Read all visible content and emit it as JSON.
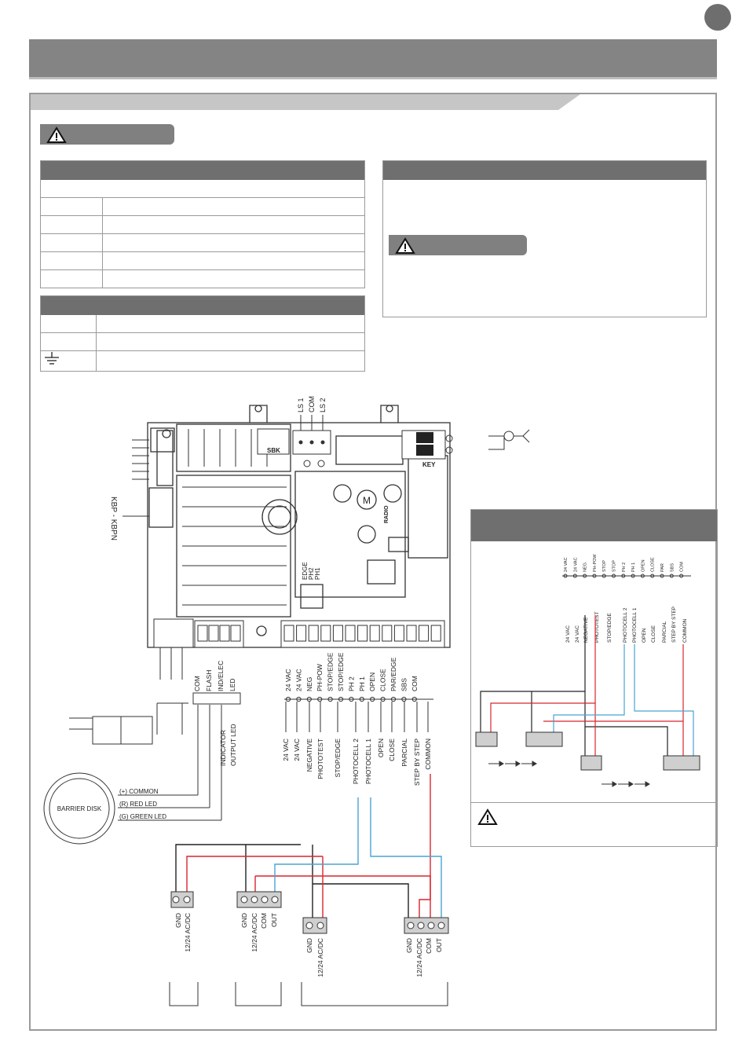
{
  "header": {
    "title": "",
    "page_number": ""
  },
  "colors": {
    "wire_red": "#d8262e",
    "wire_blue": "#4aa3d4",
    "wire_black": "#222222",
    "header_gray": "#6f6f6f"
  },
  "icons": {
    "warning": "warning-triangle-icon",
    "ground": "ground-icon"
  },
  "board": {
    "left_connector_label": "KBP - KBPN",
    "limit_switch_labels": [
      "LS 1",
      "COM",
      "LS 2"
    ],
    "sbk_label": "SBK",
    "key_label": "KEY",
    "radio_label": "RADIO",
    "motor_label": "M",
    "dip_labels": [
      "EDGE",
      "PH2",
      "PH1"
    ]
  },
  "output_terminals": {
    "labels": [
      "COM",
      "FLASH",
      "IND/ELEC",
      "LED"
    ],
    "descriptions": [
      "INDICATOR",
      "OUTPUT LED"
    ]
  },
  "barrier_disk": {
    "label": "BARRIER DISK",
    "wires": [
      "(+) COMMON",
      "(R) RED LED",
      "(G) GREEN LED"
    ]
  },
  "input_terminals": {
    "labels": [
      "24 VAC",
      "24 VAC",
      "NEG",
      "PH-POW",
      "STOP/EDGE",
      "STOP/EDGE",
      "PH 2",
      "PH 1",
      "OPEN",
      "CLOSE",
      "PAR/EDGE",
      "SBS",
      "COM"
    ],
    "descriptions": [
      "24 VAC",
      "24 VAC",
      "NEGATIVE",
      "PHOTOTEST",
      "STOP/EDGE",
      "PHOTOCELL 2",
      "PHOTOCELL 1",
      "OPEN",
      "CLOSE",
      "PARCIAL",
      "STEP BY STEP",
      "COMMON"
    ]
  },
  "photocells_main": {
    "tx_left_labels": [
      "GND",
      "12/24 AC/DC"
    ],
    "rx_left_labels": [
      "GND",
      "12/24 AC/DC",
      "COM",
      "OUT"
    ],
    "tx_right_labels": [
      "GND",
      "12/24 AC/DC"
    ],
    "rx_right_labels": [
      "GND",
      "12/24 AC/DC",
      "COM",
      "OUT"
    ]
  },
  "detail_panel": {
    "terminals": [
      "24 VAC",
      "24 VAC",
      "NEG.",
      "PH-POW",
      "STOP",
      "STOP",
      "PH 2",
      "PH 1",
      "OPEN",
      "CLOSE",
      "PAR",
      "SBS",
      "COM"
    ],
    "descriptions": [
      "24 VAC",
      "24 VAC",
      "NEGATIVE",
      "PHOTOTEST",
      "STOP/EDGE",
      "PHOTOCELL 2",
      "PHOTOCELL 1",
      "OPEN",
      "CLOSE",
      "PARCIAL",
      "STEP BY STEP",
      "COMMON"
    ]
  }
}
